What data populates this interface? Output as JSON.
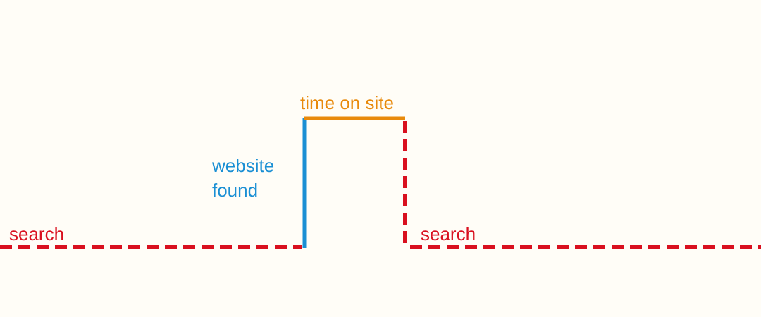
{
  "labels": {
    "search_left": "search",
    "website_found_line1": "website",
    "website_found_line2": "found",
    "time_on_site": "time on site",
    "search_right": "search"
  },
  "colors": {
    "search": "#d9101f",
    "website_found": "#1a8fd4",
    "time_on_site": "#e88a0c",
    "background": "#fffdf7"
  }
}
